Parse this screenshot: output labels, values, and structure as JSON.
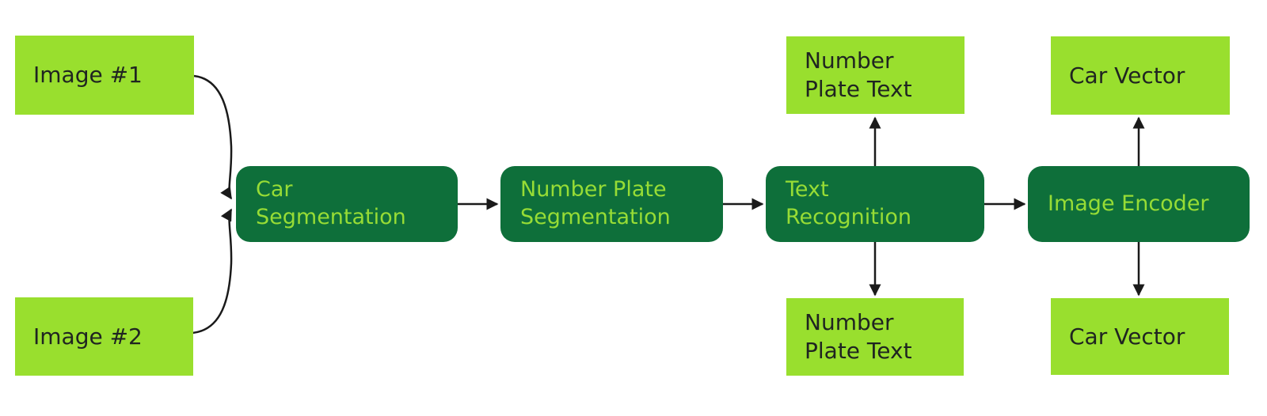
{
  "colors": {
    "light_green": "#99DF2E",
    "dark_green": "#0E6F3A",
    "text_green": "#97DC35",
    "text_dark": "#1F2421",
    "arrow": "#1A1A1A",
    "bg": "#FFFFFF"
  },
  "nodes": {
    "image1": {
      "label": "Image #1"
    },
    "image2": {
      "label": "Image #2"
    },
    "car_segmentation": {
      "label": "Car\nSegmentation"
    },
    "number_plate_segmentation": {
      "label": "Number Plate\nSegmentation"
    },
    "text_recognition": {
      "label": "Text\nRecognition"
    },
    "image_encoder": {
      "label": "Image Encoder"
    },
    "number_plate_text_top": {
      "label": "Number\nPlate Text"
    },
    "number_plate_text_bottom": {
      "label": "Number\nPlate Text"
    },
    "car_vector_top": {
      "label": "Car Vector"
    },
    "car_vector_bottom": {
      "label": "Car Vector"
    }
  },
  "edges": [
    {
      "from": "image1",
      "to": "car_segmentation",
      "style": "curved"
    },
    {
      "from": "image2",
      "to": "car_segmentation",
      "style": "curved"
    },
    {
      "from": "car_segmentation",
      "to": "number_plate_segmentation",
      "style": "straight"
    },
    {
      "from": "number_plate_segmentation",
      "to": "text_recognition",
      "style": "straight"
    },
    {
      "from": "text_recognition",
      "to": "number_plate_text_top",
      "style": "straight"
    },
    {
      "from": "text_recognition",
      "to": "number_plate_text_bottom",
      "style": "straight"
    },
    {
      "from": "text_recognition",
      "to": "image_encoder",
      "style": "straight"
    },
    {
      "from": "image_encoder",
      "to": "car_vector_top",
      "style": "straight"
    },
    {
      "from": "image_encoder",
      "to": "car_vector_bottom",
      "style": "straight"
    }
  ]
}
